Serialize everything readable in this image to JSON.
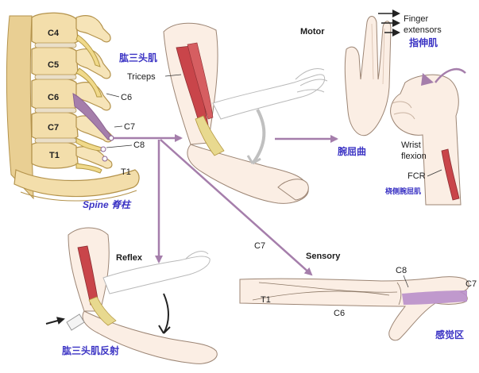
{
  "spine": {
    "vertebrae": [
      "C4",
      "C5",
      "C6",
      "C7",
      "T1"
    ],
    "nerve_labels": [
      "C6",
      "C7",
      "C8",
      "T1"
    ],
    "caption": "Spine 脊柱"
  },
  "triceps": {
    "label_cn": "肱三头肌",
    "label_en": "Triceps"
  },
  "motor": {
    "title": "Motor",
    "finger_extensors": [
      "Finger",
      "extensors"
    ],
    "finger_extensors_cn": "指伸肌",
    "wrist_flexion_cn": "腕屈曲",
    "wrist_flexion": [
      "Wrist",
      "flexion"
    ],
    "fcr": "FCR",
    "fcr_cn": "桡侧腕屈肌"
  },
  "reflex": {
    "title": "Reflex",
    "caption_cn": "肱三头肌反射"
  },
  "sensory": {
    "root": "C7",
    "title": "Sensory",
    "dermatomes": [
      "T1",
      "C6",
      "C8",
      "C7"
    ],
    "caption_cn": "感觉区"
  },
  "colors": {
    "nerve": "#a57eab",
    "bone": "#f3deab",
    "bone_edge": "#b4934c",
    "muscle": "#c9454a",
    "tendon": "#e8d98f",
    "skin": "#fbeee4",
    "label_blue": "#3b33c4",
    "dermatome_c7": "#b98fca"
  }
}
